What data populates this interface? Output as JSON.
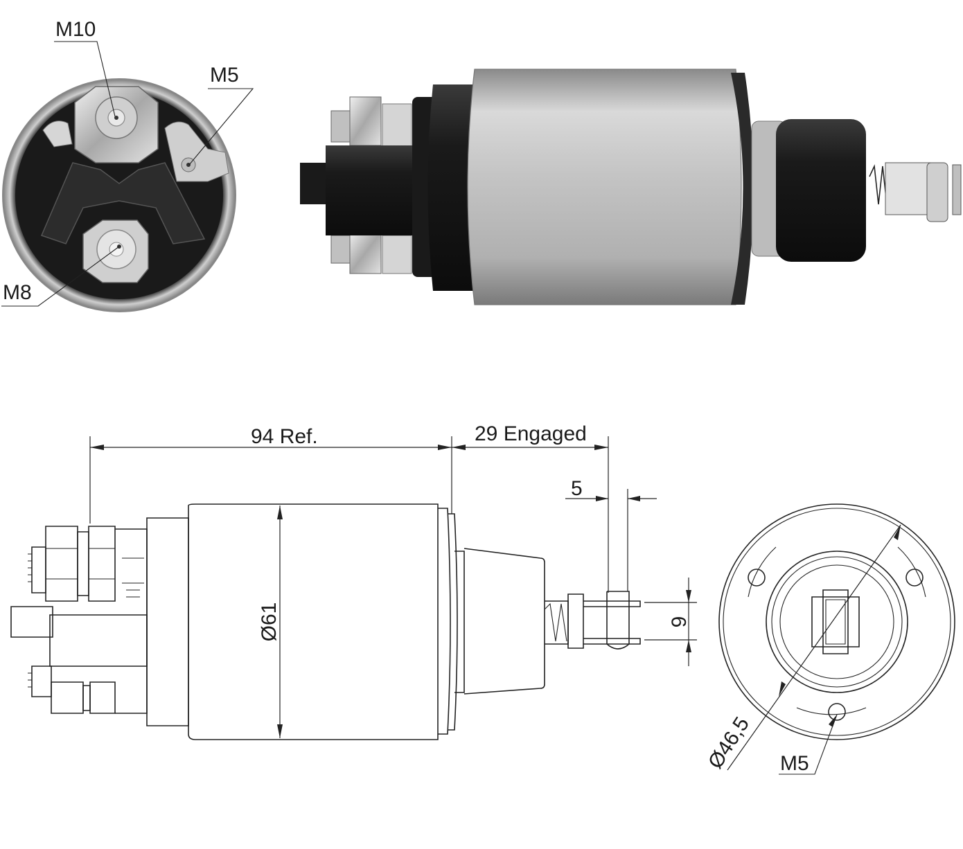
{
  "labels": {
    "end_view_photo": {
      "terminal_large": "M10",
      "terminal_small": "M5",
      "terminal_medium": "M8"
    },
    "drawing": {
      "length_ref": "94 Ref.",
      "stroke_engaged": "29 Engaged",
      "plunger_width": "5",
      "plunger_slot": "9",
      "body_diameter": "Ø61",
      "flange_diameter": "Ø46,5",
      "mount_thread": "M5"
    }
  },
  "colors": {
    "line": "#222222",
    "body_dark": "#1c1c1c",
    "metal_light": "#d8d8d8",
    "metal_mid": "#a8a8a8"
  }
}
